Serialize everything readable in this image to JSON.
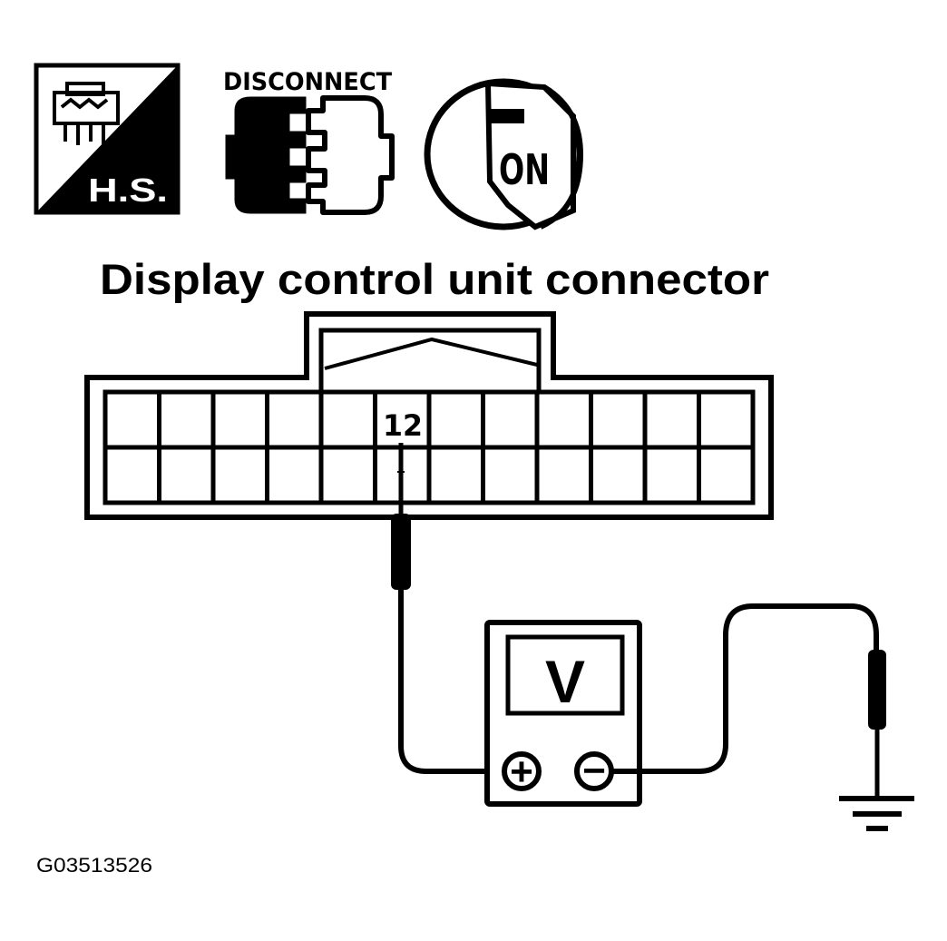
{
  "icons": {
    "hs_label": "H.S.",
    "disconnect_label": "DISCONNECT",
    "ignition_label": "ON"
  },
  "diagram": {
    "title": "Display control unit connector",
    "terminal_label": "12",
    "meter_label": "V",
    "plus_symbol": "+",
    "minus_symbol": "−",
    "figure_code": "G03513526"
  },
  "colors": {
    "ink": "#000000",
    "paper": "#ffffff"
  }
}
